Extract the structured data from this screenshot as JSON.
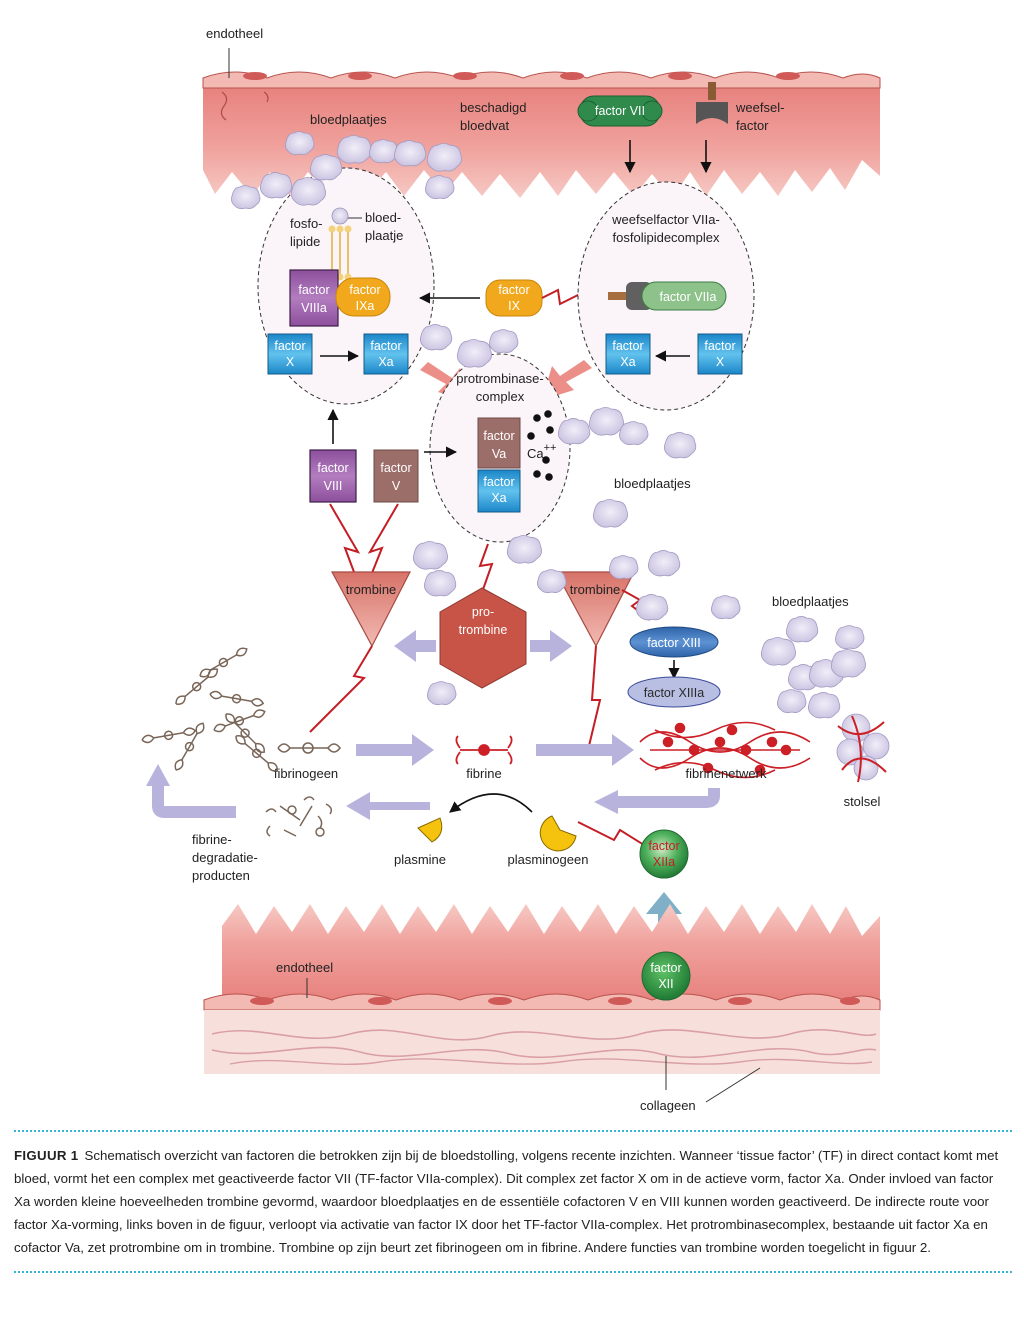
{
  "labels": {
    "endotheel_top": "endotheel",
    "bloedplaatjes_top": "bloedplaatjes",
    "beschadigd": [
      "beschadigd",
      "bloedvat"
    ],
    "weefselfactor": [
      "weefsel-",
      "factor"
    ],
    "fosfolipide": [
      "fosfo-",
      "lipide"
    ],
    "bloedplaatje": [
      "bloed-",
      "plaatje"
    ],
    "complex_tf": [
      "weefselfactor VIIa-",
      "fosfolipidecomplex"
    ],
    "protrombinase": [
      "protrombinase-",
      "complex"
    ],
    "ca": "Ca",
    "ca_sup": "++",
    "bloedplaatjes_mid": "bloedplaatjes",
    "bloedplaatjes_right": "bloedplaatjes",
    "trombine_left": "trombine",
    "trombine_right": "trombine",
    "protrombine": [
      "pro-",
      "trombine"
    ],
    "fibrinogeen": "fibrinogeen",
    "fibrine": "fibrine",
    "fibrinenetwerk": "fibrinenetwerk",
    "stolsel": "stolsel",
    "plasmine": "plasmine",
    "plasminogeen": "plasminogeen",
    "fdp": [
      "fibrine-",
      "degradatie-",
      "producten"
    ],
    "endotheel_bottom": "endotheel",
    "collageen": "collageen"
  },
  "factors": {
    "vii": "factor VII",
    "viiia": [
      "factor",
      "VIIIa"
    ],
    "ixa": [
      "factor",
      "IXa"
    ],
    "x_left": [
      "factor",
      "X"
    ],
    "xa_left": [
      "factor",
      "Xa"
    ],
    "ix": [
      "factor",
      "IX"
    ],
    "viia": "factor VIIa",
    "xa_right": [
      "factor",
      "Xa"
    ],
    "x_right": [
      "factor",
      "X"
    ],
    "viii": [
      "factor",
      "VIII"
    ],
    "v": [
      "factor",
      "V"
    ],
    "va": [
      "factor",
      "Va"
    ],
    "xa_center": [
      "factor",
      "Xa"
    ],
    "xiii": "factor XIII",
    "xiiia": "factor XIIIa",
    "xiia": [
      "factor",
      "XIIa"
    ],
    "xii": [
      "factor",
      "XII"
    ]
  },
  "caption": {
    "label": "FIGUUR 1",
    "text": "Schematisch overzicht van factoren die betrokken zijn bij de bloedstolling, volgens recente inzichten. Wanneer ‘tissue factor’ (TF) in direct contact komt met bloed, vormt het een complex met geactiveerde factor VII (TF-factor VIIa-complex). Dit complex zet factor X om in de actieve vorm, factor Xa. Onder invloed van factor Xa worden kleine hoeveelheden trombine gevormd, waardoor bloedplaatjes en de essentiële cofactoren V en VIII kunnen worden geactiveerd. De indirecte route voor factor Xa-vorming, links boven in de figuur, verloopt via activatie van factor IX door het TF-factor VIIa-complex. Het protrombinasecomplex, bestaande uit factor Xa en cofactor Va, zet protrombine om in trombine. Trombine op zijn beurt zet fibrinogeen om in fibrine. Andere functies van trombine worden toegelicht in figuur 2."
  },
  "colors": {
    "vessel": "#e98f8c",
    "vessel_light": "#f4c3bf",
    "factor_blue": "#1f9ad8",
    "factor_purple": "#9a5ea8",
    "factor_brown": "#9c6e6a",
    "factor_orange": "#f1a81c",
    "factor_green": "#2f8a4c",
    "trombine": "#e3857a",
    "protrombine": "#c75447",
    "lavender_arrow": "#b8b3dc",
    "platelet": "#d9d3ea",
    "xiii": "#3b74b8",
    "xiiia": "#b9bfe3",
    "plasmin": "#f5c30d",
    "fibrin_red": "#cc1f26",
    "fibrinogen_brown": "#7a6658",
    "xii_green": "#2fa34b"
  }
}
